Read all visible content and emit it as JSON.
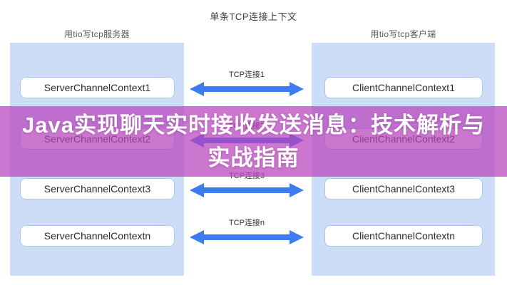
{
  "diagram": {
    "title": "单条TCP连接上下文",
    "server_header": "用tio写tcp服务器",
    "client_header": "用tio写tcp客户端"
  },
  "rows": [
    {
      "server": "ServerChannelContext1",
      "connection": "TCP连接1",
      "client": "ClientChannelContext1"
    },
    {
      "server": "ServerChannelContext2",
      "connection": "TCP连接2",
      "client": "ClientChannelContext2"
    },
    {
      "server": "ServerChannelContext3",
      "connection": "TCP连接3",
      "client": "ClientChannelContext3"
    },
    {
      "server": "ServerChannelContextn",
      "connection": "TCP连接n",
      "client": "ClientChannelContextn"
    }
  ],
  "banner": {
    "line1": "Java实现聊天实时接收发送消息：技术解析与",
    "line2": "实战指南"
  },
  "colors": {
    "panel_background": "#cdddf8",
    "box_border": "#a8c8f0",
    "arrow_blue": "#3b7cf0",
    "banner_overlay": "#b842bc",
    "banner_text": "#ffffff"
  }
}
